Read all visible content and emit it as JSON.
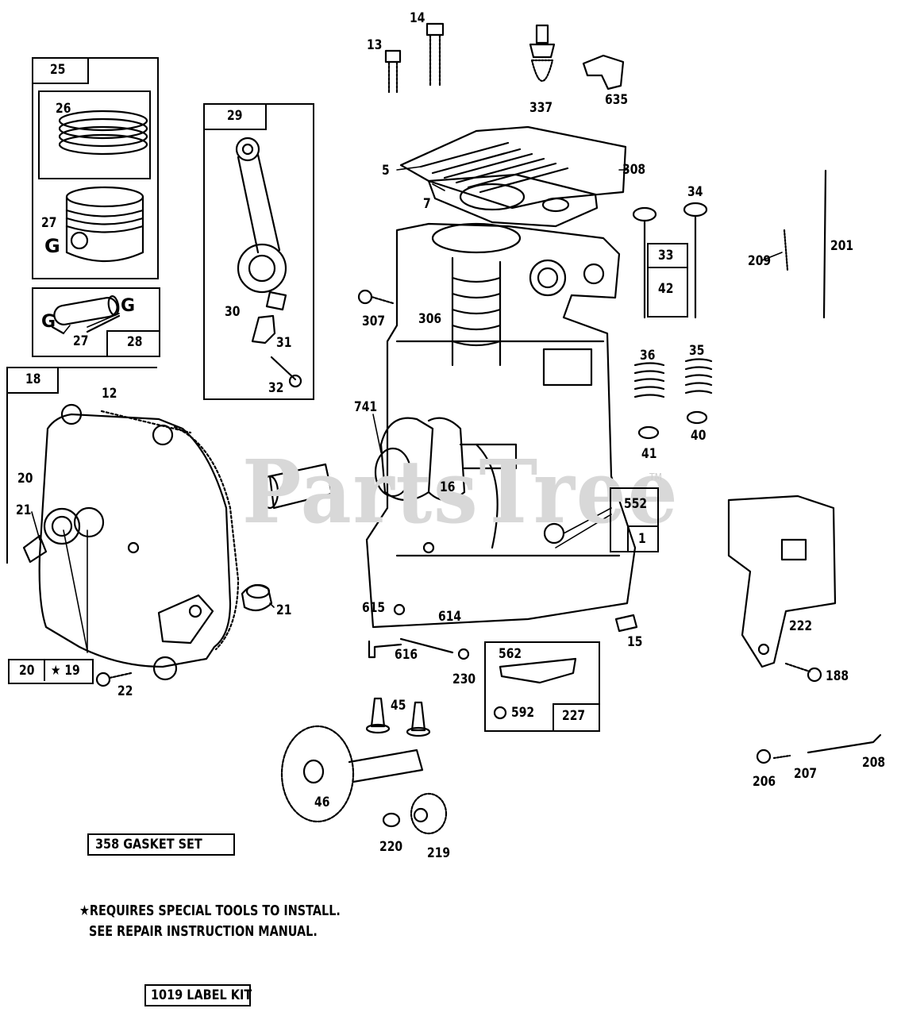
{
  "watermark": {
    "text": "PartsTree",
    "tm": "TM"
  },
  "parts": {
    "p1": "1",
    "p5": "5",
    "p7": "7",
    "p12": "12",
    "p13": "13",
    "p14": "14",
    "p15": "15",
    "p16": "16",
    "p18": "18",
    "p19": "19",
    "p20a": "20",
    "p20b": "20",
    "p21a": "21",
    "p21b": "21",
    "p22": "22",
    "p25": "25",
    "p26": "26",
    "p27a": "27",
    "p27b": "27",
    "p28": "28",
    "p29": "29",
    "p30": "30",
    "p31": "31",
    "p32": "32",
    "p33": "33",
    "p34": "34",
    "p35": "35",
    "p36": "36",
    "p40": "40",
    "p41": "41",
    "p42": "42",
    "p45": "45",
    "p46": "46",
    "p188": "188",
    "p201": "201",
    "p206": "206",
    "p207": "207",
    "p208": "208",
    "p209": "209",
    "p219": "219",
    "p220": "220",
    "p222": "222",
    "p227": "227",
    "p230": "230",
    "p306": "306",
    "p307": "307",
    "p308": "308",
    "p337": "337",
    "p552": "552",
    "p562": "562",
    "p592": "592",
    "p614": "614",
    "p615": "615",
    "p616": "616",
    "p635": "635",
    "p741": "741"
  },
  "kits": {
    "gasket_set": "358  GASKET SET",
    "label_kit": "1019 LABEL KIT"
  },
  "notes": {
    "line1": "★REQUIRES SPECIAL TOOLS TO INSTALL.",
    "line2": "SEE REPAIR INSTRUCTION MANUAL."
  },
  "star": "★"
}
